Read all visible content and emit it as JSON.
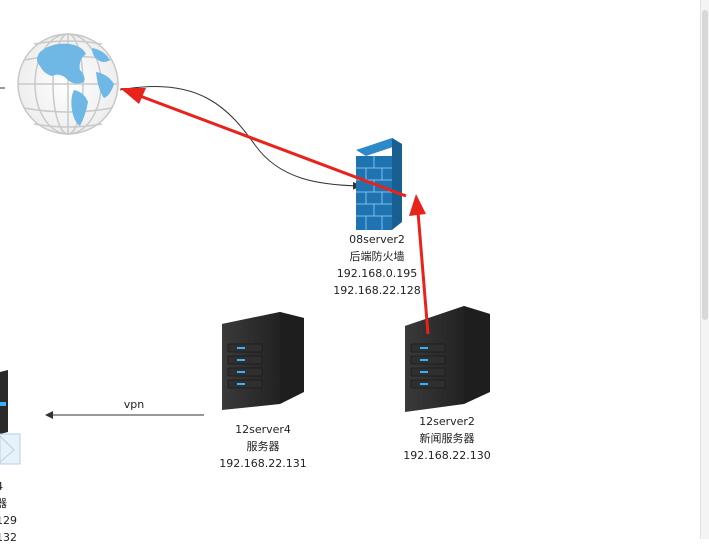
{
  "nodes": {
    "firewall": {
      "name": "08server2",
      "role": "后端防火墙",
      "ip1": "192.168.0.195",
      "ip2": "192.168.22.128"
    },
    "server4": {
      "name": "12server4",
      "role": "服务器",
      "ip1": "192.168.22.131"
    },
    "server2": {
      "name": "12server2",
      "role": "新闻服务器",
      "ip1": "192.168.22.130"
    },
    "partial_left": {
      "line1": "4",
      "line2": "器",
      "line3": "129",
      "line4": "132"
    }
  },
  "edges": {
    "vpn_label": "vpn"
  },
  "colors": {
    "arrow_red": "#e8231b",
    "line_dark": "#333333"
  }
}
